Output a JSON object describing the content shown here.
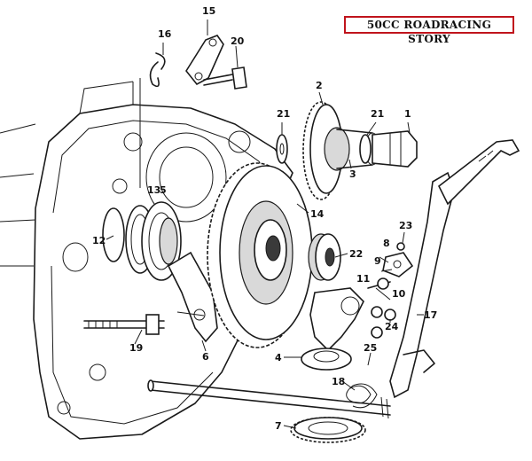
{
  "banner": {
    "text": "50CC ROADRACING STORY",
    "border_color": "#c0141c"
  },
  "part_numbers": {
    "p1": "1",
    "p2": "2",
    "p3": "3",
    "p4": "4",
    "p5": "5",
    "p6": "6",
    "p7": "7",
    "p8": "8",
    "p9": "9",
    "p10": "10",
    "p11": "11",
    "p12": "12",
    "p13": "13",
    "p14": "14",
    "p15": "15",
    "p16": "16",
    "p17": "17",
    "p18": "18",
    "p19": "19",
    "p20": "20",
    "p21a": "21",
    "p21b": "21",
    "p22": "22",
    "p23": "23",
    "p24": "24",
    "p25": "25"
  }
}
